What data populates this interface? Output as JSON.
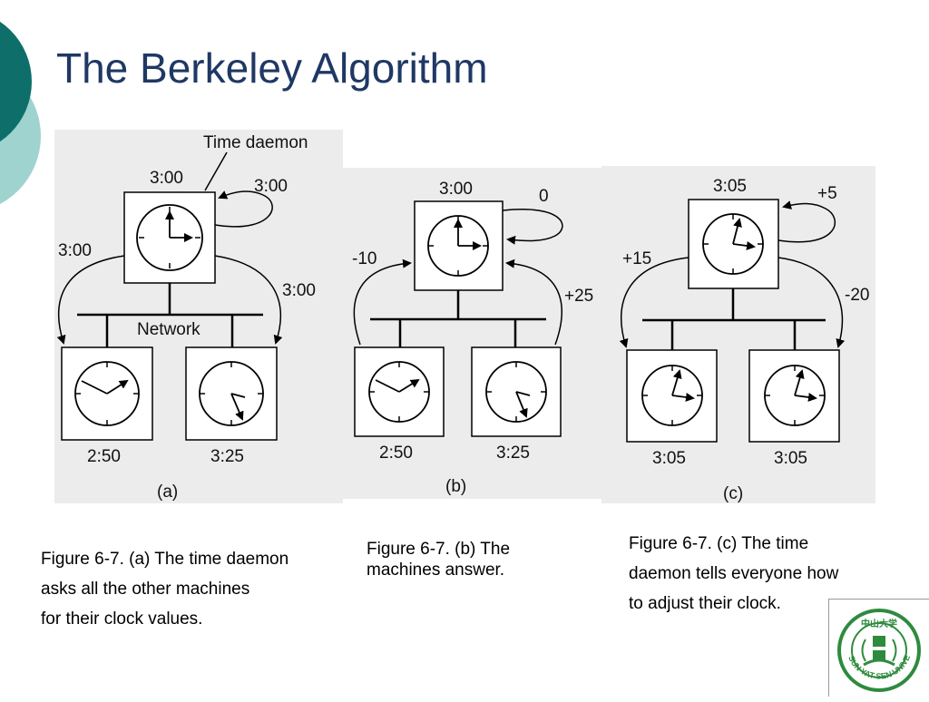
{
  "slide": {
    "title": "The Berkeley Algorithm"
  },
  "colors": {
    "title": "#1f3864",
    "accent_dark": "#0e6f6a",
    "accent_light": "#9fd3d0",
    "logo_green": "#2e8b3e"
  },
  "figure": {
    "panel_a": {
      "time_daemon_label": "Time daemon",
      "daemon_time": "3:00",
      "loop_label": "3:00",
      "left_arrow_label": "3:00",
      "right_arrow_label": "3:00",
      "network_label": "Network",
      "left_client_time": "2:50",
      "right_client_time": "3:25",
      "panel_label": "(a)"
    },
    "panel_b": {
      "daemon_time": "3:00",
      "loop_label": "0",
      "left_arrow_label": "-10",
      "right_arrow_label": "+25",
      "left_client_time": "2:50",
      "right_client_time": "3:25",
      "panel_label": "(b)"
    },
    "panel_c": {
      "daemon_time": "3:05",
      "loop_label": "+5",
      "left_arrow_label": "+15",
      "right_arrow_label": "-20",
      "left_client_time": "3:05",
      "right_client_time": "3:05",
      "panel_label": "(c)"
    }
  },
  "captions": {
    "a": [
      "Figure 6-7. (a) The time daemon",
      "asks all the other machines",
      "for their clock values."
    ],
    "b": [
      "Figure 6-7. (b) The",
      "machines answer."
    ],
    "c": [
      "Figure 6-7. (c) The time",
      "daemon tells everyone how",
      "to adjust their clock."
    ]
  },
  "logo": {
    "name": "university-seal",
    "text": "SUN YAT-SEN UNIVERSITY",
    "chinese_text": "中山大学"
  }
}
